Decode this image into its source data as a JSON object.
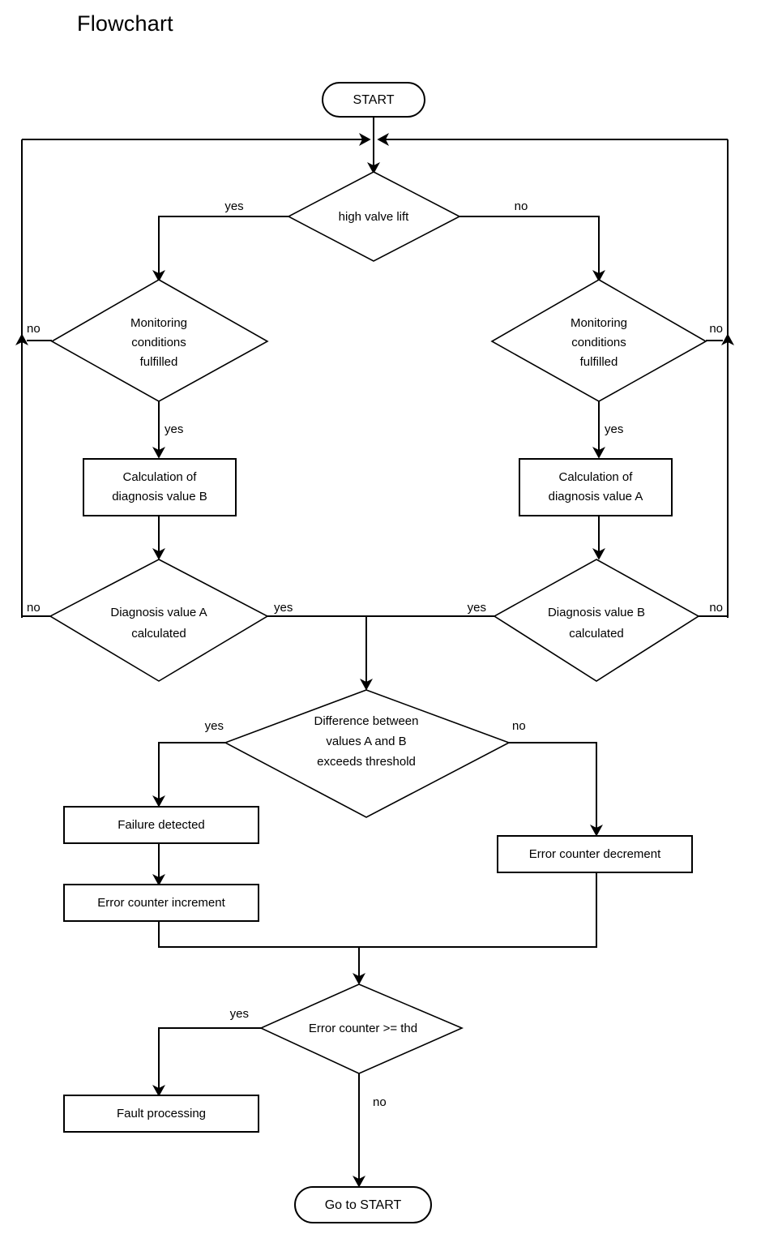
{
  "page": {
    "title": "Flowchart",
    "background_color": "#ffffff",
    "line_color": "#000000",
    "text_color": "#000000"
  },
  "chart_data": {
    "type": "diagram",
    "diagram_kind": "flowchart",
    "title": "Flowchart",
    "nodes": [
      {
        "id": "start",
        "shape": "terminator",
        "label": "START"
      },
      {
        "id": "high_valve_lift",
        "shape": "decision",
        "label": "high valve lift"
      },
      {
        "id": "mon_cond_left",
        "shape": "decision",
        "label": "Monitoring conditions fulfilled"
      },
      {
        "id": "mon_cond_right",
        "shape": "decision",
        "label": "Monitoring conditions fulfilled"
      },
      {
        "id": "calc_b",
        "shape": "process",
        "label": "Calculation of diagnosis value B"
      },
      {
        "id": "calc_a",
        "shape": "process",
        "label": "Calculation of diagnosis value A"
      },
      {
        "id": "diag_a_calculated",
        "shape": "decision",
        "label": "Diagnosis value A calculated"
      },
      {
        "id": "diag_b_calculated",
        "shape": "decision",
        "label": "Diagnosis value B calculated"
      },
      {
        "id": "difference",
        "shape": "decision",
        "label": "Difference between values A and B exceeds threshold"
      },
      {
        "id": "failure_detected",
        "shape": "process",
        "label": "Failure detected"
      },
      {
        "id": "err_increment",
        "shape": "process",
        "label": "Error counter increment"
      },
      {
        "id": "err_decrement",
        "shape": "process",
        "label": "Error counter decrement"
      },
      {
        "id": "err_ge_thd",
        "shape": "decision",
        "label": "Error counter >= thd"
      },
      {
        "id": "fault_processing",
        "shape": "process",
        "label": "Fault processing"
      },
      {
        "id": "go_to_start",
        "shape": "terminator",
        "label": "Go to START"
      }
    ],
    "edges": [
      {
        "from": "start",
        "to": "high_valve_lift",
        "label": ""
      },
      {
        "from": "high_valve_lift",
        "to": "mon_cond_left",
        "label": "yes"
      },
      {
        "from": "high_valve_lift",
        "to": "mon_cond_right",
        "label": "no"
      },
      {
        "from": "mon_cond_left",
        "to": "loop_top",
        "label": "no"
      },
      {
        "from": "mon_cond_left",
        "to": "calc_b",
        "label": "yes"
      },
      {
        "from": "mon_cond_right",
        "to": "loop_top",
        "label": "no"
      },
      {
        "from": "mon_cond_right",
        "to": "calc_a",
        "label": "yes"
      },
      {
        "from": "calc_b",
        "to": "diag_a_calculated",
        "label": ""
      },
      {
        "from": "calc_a",
        "to": "diag_b_calculated",
        "label": ""
      },
      {
        "from": "diag_a_calculated",
        "to": "loop_top",
        "label": "no"
      },
      {
        "from": "diag_a_calculated",
        "to": "difference",
        "label": "yes"
      },
      {
        "from": "diag_b_calculated",
        "to": "loop_top",
        "label": "no"
      },
      {
        "from": "diag_b_calculated",
        "to": "difference",
        "label": "yes"
      },
      {
        "from": "difference",
        "to": "failure_detected",
        "label": "yes"
      },
      {
        "from": "difference",
        "to": "err_decrement",
        "label": "no"
      },
      {
        "from": "failure_detected",
        "to": "err_increment",
        "label": ""
      },
      {
        "from": "err_increment",
        "to": "err_ge_thd",
        "label": ""
      },
      {
        "from": "err_decrement",
        "to": "err_ge_thd",
        "label": ""
      },
      {
        "from": "err_ge_thd",
        "to": "fault_processing",
        "label": "yes"
      },
      {
        "from": "err_ge_thd",
        "to": "go_to_start",
        "label": "no"
      }
    ],
    "edge_labels": {
      "hvl_yes": "yes",
      "hvl_no": "no",
      "mon_left_no": "no",
      "mon_left_yes": "yes",
      "mon_right_no": "no",
      "mon_right_yes": "yes",
      "diag_a_no": "no",
      "diag_a_yes": "yes",
      "diag_b_no": "no",
      "diag_b_yes": "yes",
      "diff_yes": "yes",
      "diff_no": "no",
      "thd_yes": "yes",
      "thd_no": "no"
    }
  },
  "nodes": {
    "start": {
      "label": "START"
    },
    "high_valve_lift": {
      "label": "high valve lift"
    },
    "mon_cond_left": {
      "line1": "Monitoring",
      "line2": "conditions",
      "line3": "fulfilled"
    },
    "mon_cond_right": {
      "line1": "Monitoring",
      "line2": "conditions",
      "line3": "fulfilled"
    },
    "calc_b": {
      "line1": "Calculation of",
      "line2": "diagnosis value B"
    },
    "calc_a": {
      "line1": "Calculation of",
      "line2": "diagnosis value A"
    },
    "diag_a_calculated": {
      "line1": "Diagnosis value A",
      "line2": "calculated"
    },
    "diag_b_calculated": {
      "line1": "Diagnosis value B",
      "line2": "calculated"
    },
    "difference": {
      "line1": "Difference between",
      "line2": "values A and B",
      "line3": "exceeds threshold"
    },
    "failure_detected": {
      "label": "Failure detected"
    },
    "err_increment": {
      "label": "Error counter increment"
    },
    "err_decrement": {
      "label": "Error counter decrement"
    },
    "err_ge_thd": {
      "label": "Error counter >= thd"
    },
    "fault_processing": {
      "label": "Fault processing"
    },
    "go_to_start": {
      "label": "Go to START"
    }
  },
  "labels": {
    "hvl_yes": "yes",
    "hvl_no": "no",
    "mon_left_no": "no",
    "mon_left_yes": "yes",
    "mon_right_no": "no",
    "mon_right_yes": "yes",
    "diag_a_no": "no",
    "diag_a_yes": "yes",
    "diag_b_no": "no",
    "diag_b_yes": "yes",
    "diff_yes": "yes",
    "diff_no": "no",
    "thd_yes": "yes",
    "thd_no": "no"
  }
}
